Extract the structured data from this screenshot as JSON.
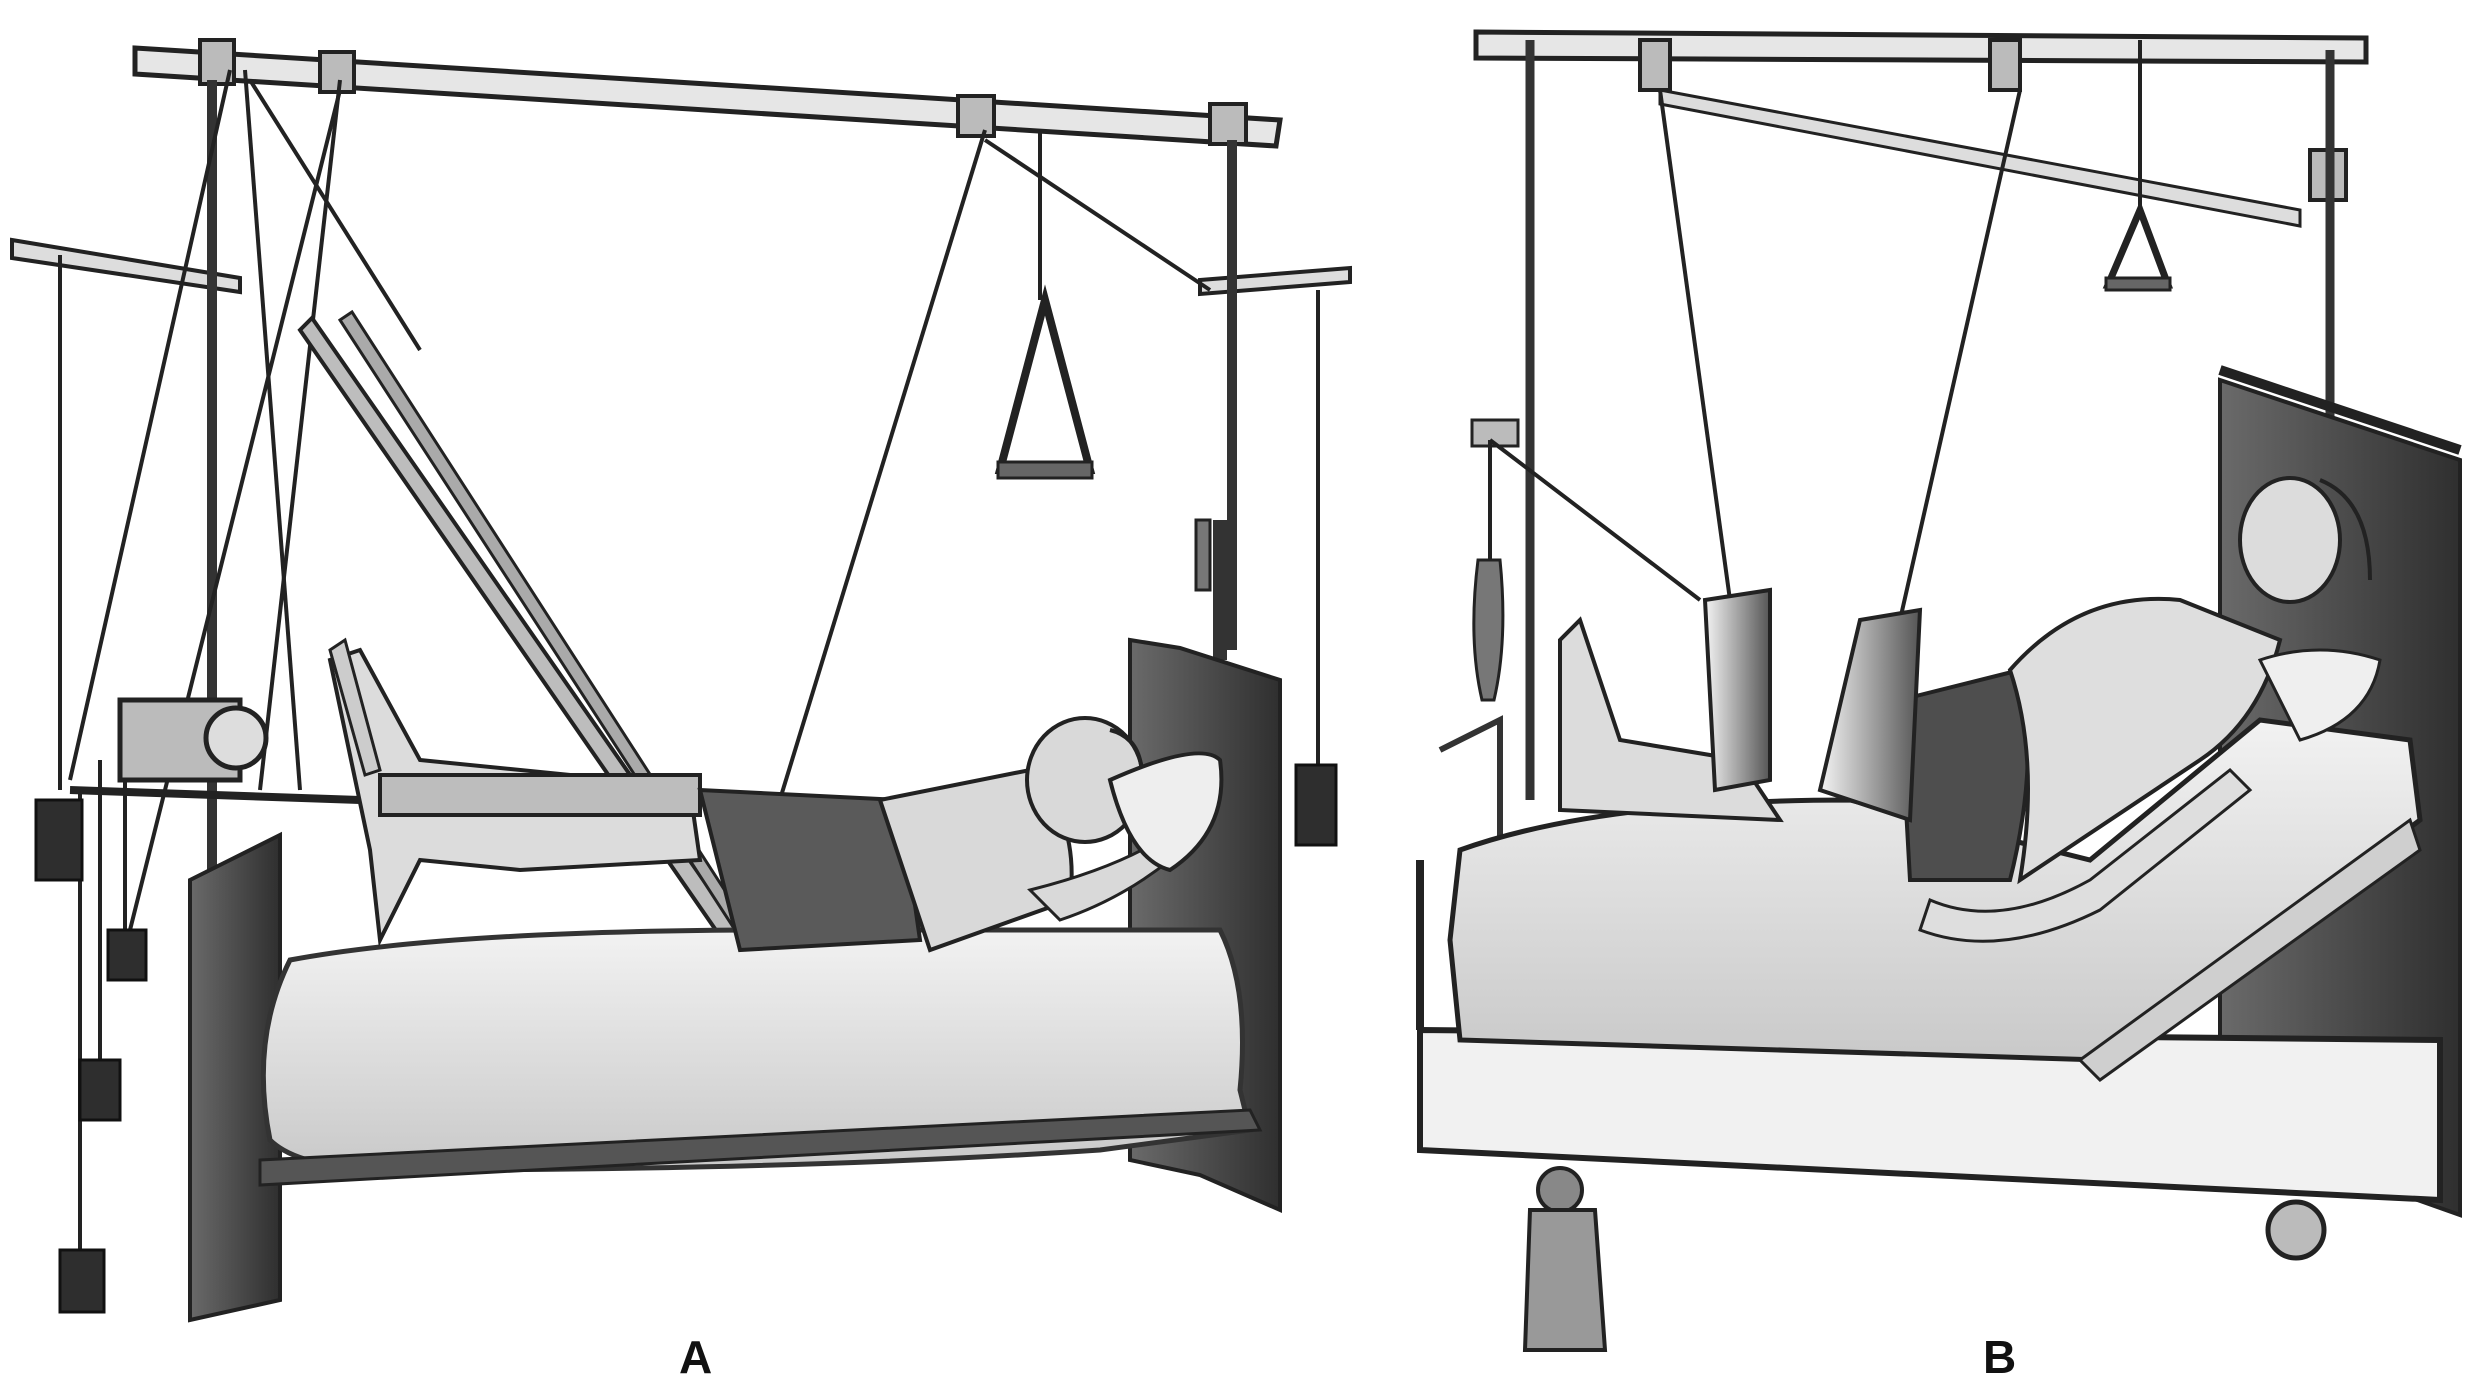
{
  "panels": [
    {
      "id": "A",
      "label": "A"
    },
    {
      "id": "B",
      "label": "B"
    }
  ],
  "colors": {
    "frame": "#3a3a3a",
    "headboard": "#4a4a4a",
    "mattress": "#e9e9e9",
    "shirt": "#5a5a5a",
    "skin": "#d8d8d8",
    "weight": "#2e2e2e"
  }
}
